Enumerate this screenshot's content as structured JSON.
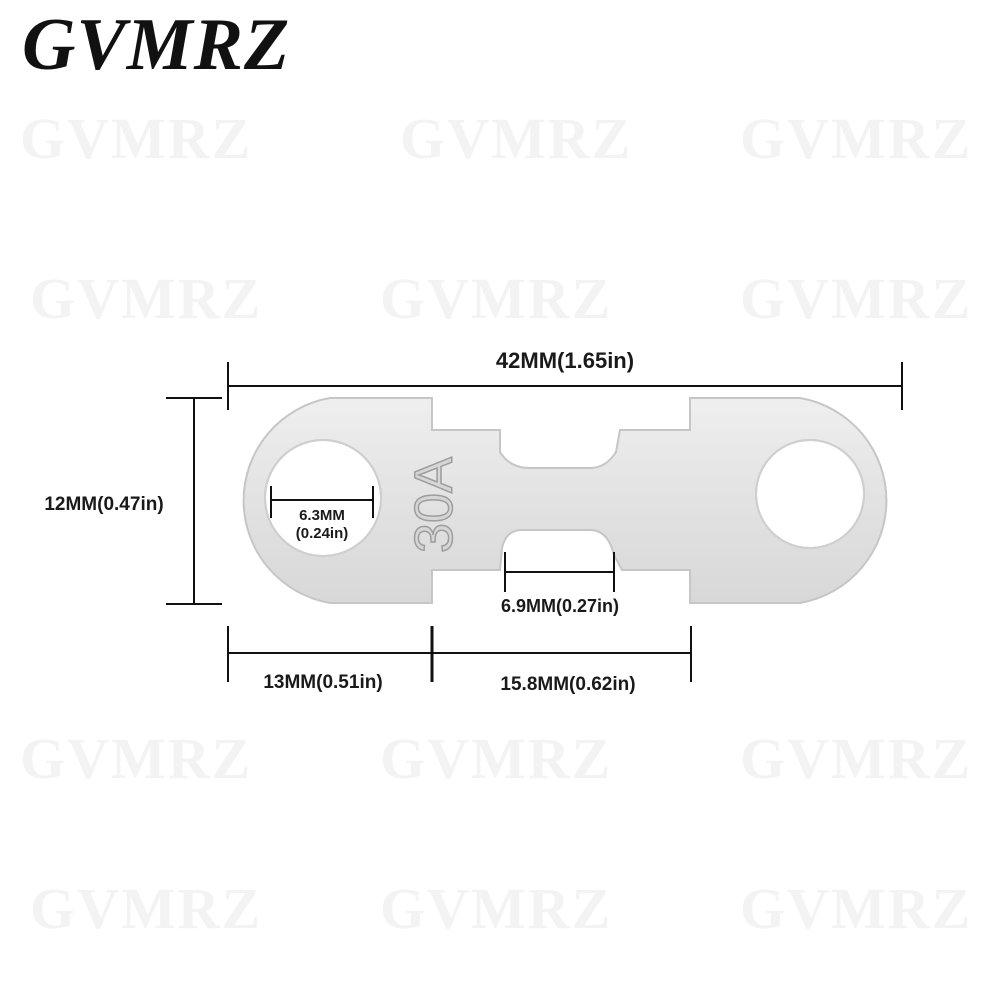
{
  "brand": "GVMRZ",
  "watermark_text": "GVMRZ",
  "fuse": {
    "rating_marking": "30A",
    "plate_color": "#e4e4e4",
    "edge_color": "#c9c9c9"
  },
  "dimensions": {
    "overall_length": "42MM(1.65in)",
    "height": "12MM(0.47in)",
    "hole_diameter_mm": "6.3MM",
    "hole_diameter_in": "(0.24in)",
    "neck_length": "6.9MM(0.27in)",
    "end_to_center": "13MM(0.51in)",
    "center_span": "15.8MM(0.62in)"
  }
}
